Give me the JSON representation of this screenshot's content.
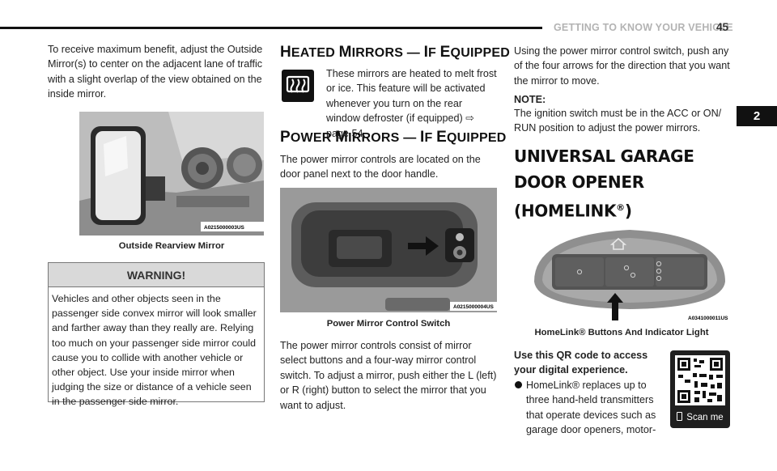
{
  "header": {
    "title": "GETTING TO KNOW YOUR VEHICLE",
    "page_number": "45"
  },
  "tab_label": "2",
  "col1": {
    "intro": "To receive maximum benefit, adjust the Outside Mirror(s) to center on the adjacent lane of traffic with a slight overlap of the view obtained on the inside mirror.",
    "figure_id": "A0215000003US",
    "caption": "Outside Rearview Mirror",
    "warning_title": "WARNING!",
    "warning_text": "Vehicles and other objects seen in the passenger side convex mirror will look smaller and farther away than they really are. Relying too much on your passenger side mirror could cause you to collide with another vehicle or other object. Use your inside mirror when judging the size or distance of a vehicle seen in the passenger side mirror."
  },
  "col2": {
    "heated_heading_first": "H",
    "heated_heading_rest": "EATED ",
    "heated_heading_m": "M",
    "heated_heading_m_rest": "IRRORS — ",
    "heated_heading_i": "I",
    "heated_heading_i_rest": "F ",
    "heated_heading_e": "E",
    "heated_heading_e_rest": "QUIPPED",
    "heated_text": "These mirrors are heated to melt frost or ice. This feature will be activated whenever you turn on the rear window defroster (if equipped)",
    "heated_ref": "page 54.",
    "power_heading_p": "P",
    "power_heading_p_rest": "OWER ",
    "power_heading_m": "M",
    "power_heading_m_rest": "IRRORS — ",
    "power_heading_i": "I",
    "power_heading_i_rest": "F ",
    "power_heading_e": "E",
    "power_heading_e_rest": "QUIPPED",
    "power_text": "The power mirror controls are located on the door panel next to the door handle.",
    "figure_id": "A0215000004US",
    "caption": "Power Mirror Control Switch",
    "controls_text": "The power mirror controls consist of mirror select buttons and a four-way mirror control switch. To adjust a mirror, push either the L (left) or R (right) button to select the mirror that you want to adjust."
  },
  "col3": {
    "switch_text": "Using the power mirror control switch, push any of the four arrows for the direction that you want the mirror to move.",
    "note_label": "NOTE:",
    "note_text": "The ignition switch must be in the ACC or ON/ RUN position to adjust the power mirrors.",
    "heading_line1": "UNIVERSAL GARAGE DOOR OPENER",
    "heading_line2": "(HOMELINK",
    "heading_reg": "®",
    "heading_close": ")",
    "figure_id": "A0341000011US",
    "caption": "HomeLink® Buttons And Indicator Light",
    "qr_text": "Use this QR code to access your digital experience.",
    "qr_label": "Scan me",
    "bullet_text": "HomeLink® replaces up to three hand-held transmitters that operate devices such as garage door openers, motor-"
  },
  "colors": {
    "rule": "#111111",
    "warning_header": "#d9d9d9",
    "header_title": "#b3b3b3"
  }
}
